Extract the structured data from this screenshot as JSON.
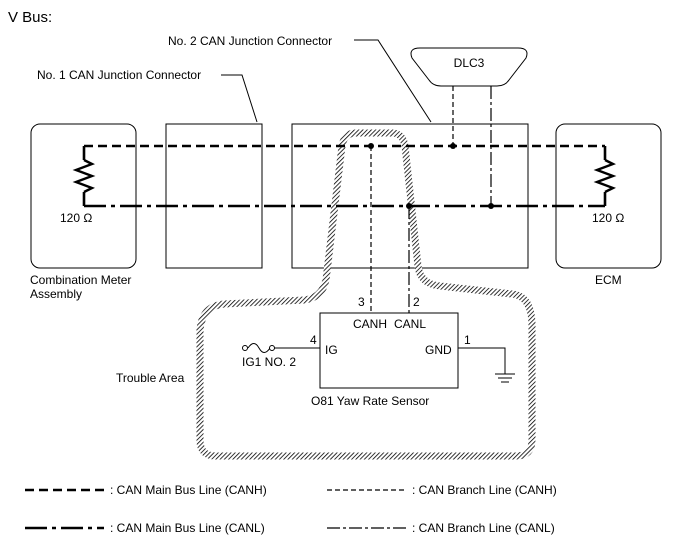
{
  "title": "V Bus:",
  "labels": {
    "junction2": "No. 2 CAN Junction Connector",
    "junction1": "No. 1 CAN Junction Connector",
    "dlc3": "DLC3",
    "resistor_left": "120 Ω",
    "resistor_right": "120 Ω",
    "combination_meter_line1": "Combination Meter",
    "combination_meter_line2": "Assembly",
    "ecm": "ECM",
    "trouble_area": "Trouble Area"
  },
  "sensor": {
    "name": "O81  Yaw Rate Sensor",
    "pin_canh_num": "3",
    "pin_canl_num": "2",
    "pin_ig_num": "4",
    "pin_gnd_num": "1",
    "pin_canh_label": "CANH",
    "pin_canl_label": "CANL",
    "pin_ig_label": "IG",
    "pin_gnd_label": "GND",
    "fuse_label": "IG1 NO. 2"
  },
  "legend": {
    "main_canh": ": CAN Main Bus Line (CANH)",
    "branch_canh": ": CAN Branch Line (CANH)",
    "main_canl": ": CAN Main Bus Line (CANL)",
    "branch_canl": ": CAN Branch Line (CANL)"
  }
}
